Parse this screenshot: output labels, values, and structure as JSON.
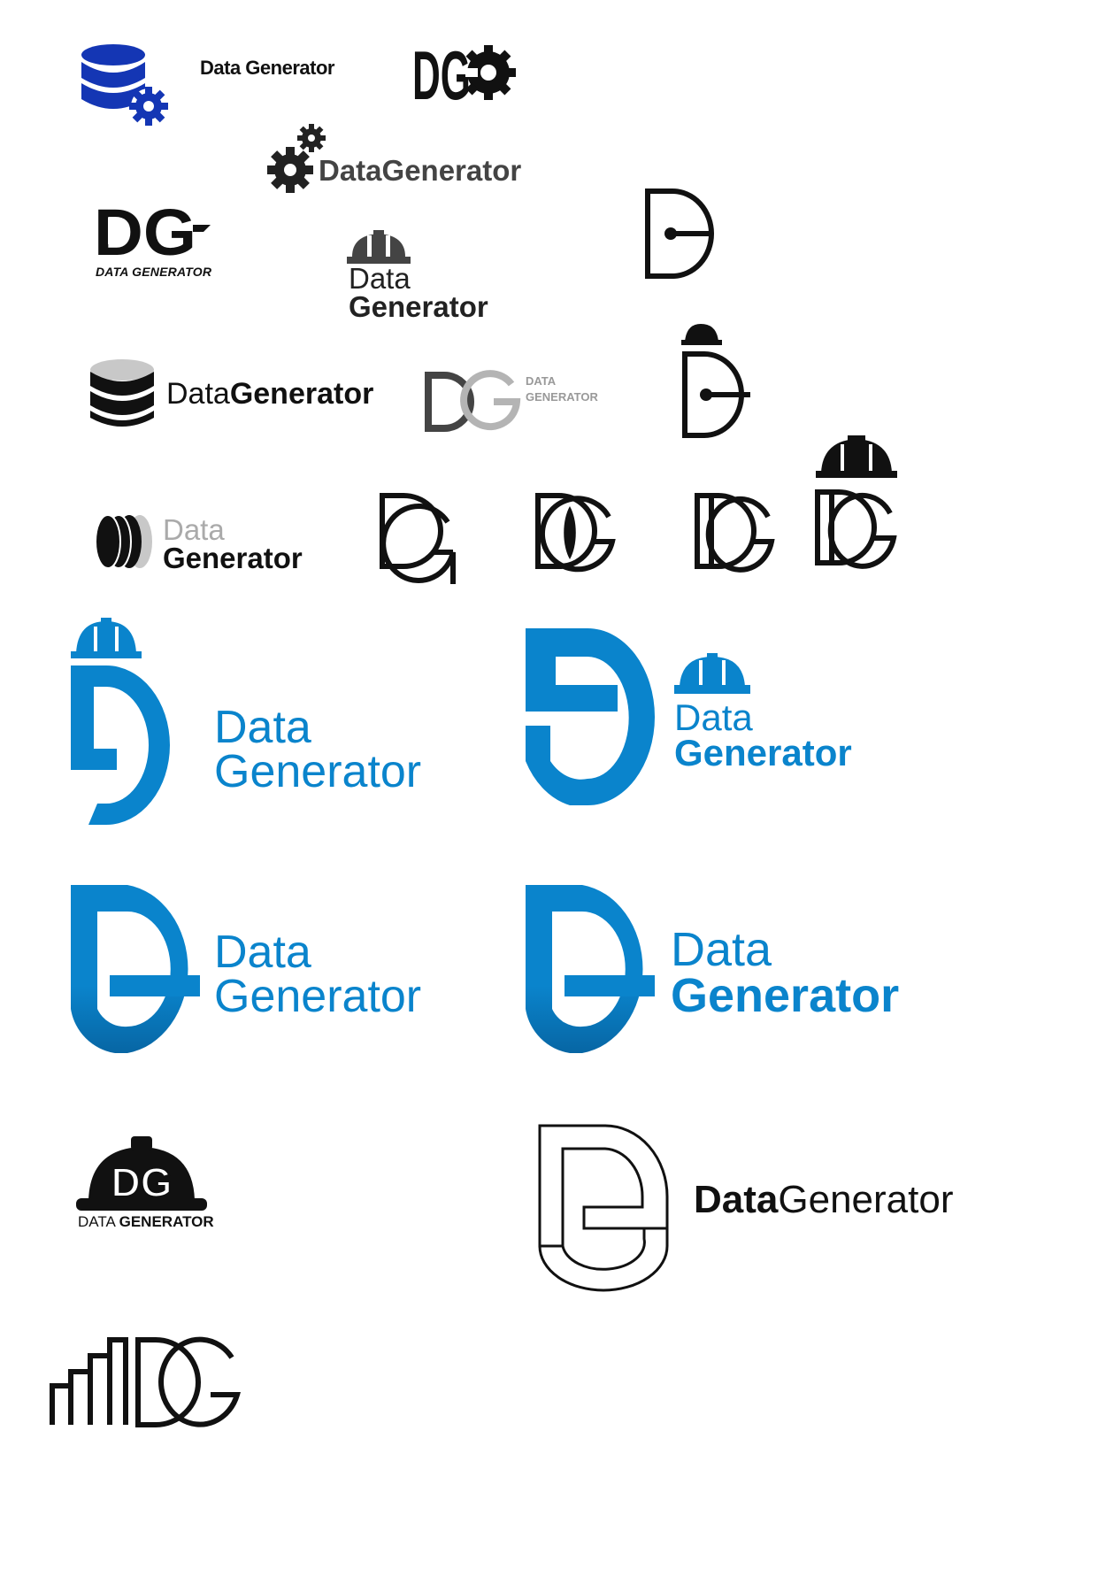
{
  "palette": {
    "blue": "#0a84cc",
    "royal_blue": "#1436b4",
    "black": "#111111",
    "dark_gray": "#444444",
    "light_gray": "#b4b4b4"
  },
  "icons": [
    "database-gear-icon",
    "gear-icon",
    "hard-hat-icon",
    "database-stack-icon",
    "coin-stack-icon",
    "bar-chart-icon"
  ],
  "logos": [
    {
      "label_1": "Data Generator"
    },
    {
      "mark": "DG"
    },
    {
      "label_1": "DataGenerator"
    },
    {
      "mark": "DG",
      "label_1": "DATA GENERATOR"
    },
    {
      "label_1": "Data",
      "label_2": "Generator"
    },
    {
      "mark": "D"
    },
    {
      "label_1": "Data",
      "label_2": "Generator"
    },
    {
      "mark": "DG",
      "label_1": "DATA",
      "label_2": "GENERATOR"
    },
    {
      "mark": "D"
    },
    {
      "label_1": "Data",
      "label_2": "Generator"
    },
    {
      "mark": "DG"
    },
    {
      "mark": "DG"
    },
    {
      "mark": "DG"
    },
    {
      "mark": "DG"
    },
    {
      "label_1": "Data",
      "label_2": "Generator"
    },
    {
      "label_1": "Data",
      "label_2": "Generator"
    },
    {
      "label_1": "Data",
      "label_2": "Generator"
    },
    {
      "label_1": "Data",
      "label_2": "Generator"
    },
    {
      "mark": "DG",
      "label_1": "DATA",
      "label_2": "GENERATOR"
    },
    {
      "label_1": "Data",
      "label_2": "Generator"
    },
    {
      "mark": "DG"
    }
  ]
}
